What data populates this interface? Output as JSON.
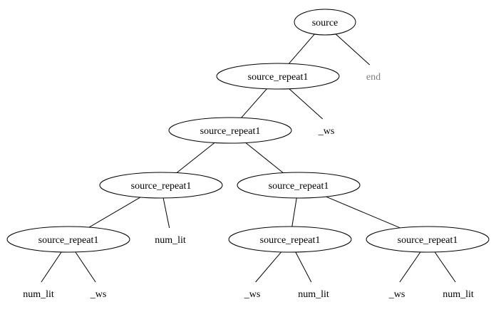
{
  "diagram": {
    "type": "tree",
    "nodes": [
      {
        "id": "n0",
        "label": "source",
        "shape": "ellipse"
      },
      {
        "id": "n1",
        "label": "source_repeat1",
        "shape": "ellipse"
      },
      {
        "id": "n2",
        "label": "end",
        "shape": "text",
        "color": "#808080"
      },
      {
        "id": "n3",
        "label": "source_repeat1",
        "shape": "ellipse"
      },
      {
        "id": "n4",
        "label": "_ws",
        "shape": "text"
      },
      {
        "id": "n5",
        "label": "source_repeat1",
        "shape": "ellipse"
      },
      {
        "id": "n6",
        "label": "source_repeat1",
        "shape": "ellipse"
      },
      {
        "id": "n7",
        "label": "source_repeat1",
        "shape": "ellipse"
      },
      {
        "id": "n8",
        "label": "num_lit",
        "shape": "text"
      },
      {
        "id": "n9",
        "label": "source_repeat1",
        "shape": "ellipse"
      },
      {
        "id": "n10",
        "label": "source_repeat1",
        "shape": "ellipse"
      },
      {
        "id": "n11",
        "label": "num_lit",
        "shape": "text"
      },
      {
        "id": "n12",
        "label": "_ws",
        "shape": "text"
      },
      {
        "id": "n13",
        "label": "_ws",
        "shape": "text"
      },
      {
        "id": "n14",
        "label": "num_lit",
        "shape": "text"
      },
      {
        "id": "n15",
        "label": "_ws",
        "shape": "text"
      },
      {
        "id": "n16",
        "label": "num_lit",
        "shape": "text"
      }
    ],
    "edges": [
      {
        "from": "n0",
        "to": "n1"
      },
      {
        "from": "n0",
        "to": "n2"
      },
      {
        "from": "n1",
        "to": "n3"
      },
      {
        "from": "n1",
        "to": "n4"
      },
      {
        "from": "n3",
        "to": "n5"
      },
      {
        "from": "n3",
        "to": "n6"
      },
      {
        "from": "n5",
        "to": "n7"
      },
      {
        "from": "n5",
        "to": "n8"
      },
      {
        "from": "n6",
        "to": "n9"
      },
      {
        "from": "n6",
        "to": "n10"
      },
      {
        "from": "n7",
        "to": "n11"
      },
      {
        "from": "n7",
        "to": "n12"
      },
      {
        "from": "n9",
        "to": "n13"
      },
      {
        "from": "n9",
        "to": "n14"
      },
      {
        "from": "n10",
        "to": "n15"
      },
      {
        "from": "n10",
        "to": "n16"
      }
    ]
  }
}
